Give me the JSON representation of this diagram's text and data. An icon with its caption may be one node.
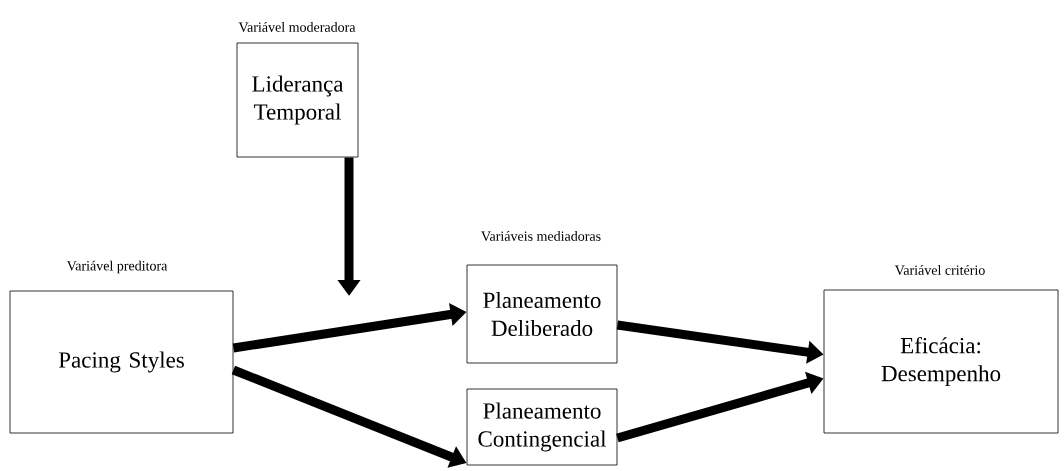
{
  "diagram": {
    "nodes": [
      {
        "text": [
          "Liderança Temporal"
        ],
        "beside": [
          "Variável moderadora"
        ]
      },
      {
        "text": [
          "Pacing Styles"
        ],
        "beside": [
          "Variável preditora"
        ]
      },
      {
        "text": [
          "Planeamento Deliberado"
        ],
        "beside": [
          "Variáveis mediadoras"
        ]
      },
      {
        "text": [
          "Planeamento Contingencial"
        ]
      },
      {
        "text": [
          "Eficácia: Desempenho"
        ],
        "beside": [
          "Variável critério"
        ]
      }
    ],
    "edges": [
      {
        "from": 0,
        "to": null,
        "arrow": "to"
      },
      {
        "from": 1,
        "to": 2,
        "arrow": "to"
      },
      {
        "from": 1,
        "to": 3,
        "arrow": "to"
      },
      {
        "from": 2,
        "to": 4,
        "arrow": "to"
      },
      {
        "from": 3,
        "to": 4,
        "arrow": "to"
      }
    ]
  }
}
